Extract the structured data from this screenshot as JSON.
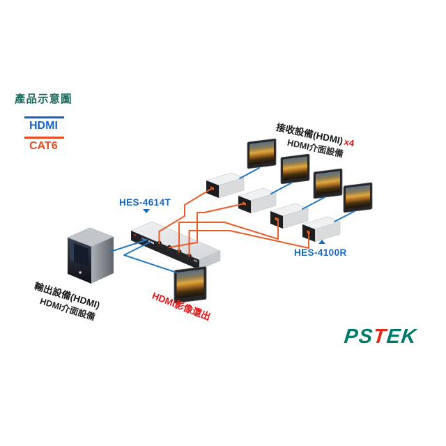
{
  "title": {
    "text": "產品示意圖",
    "color": "#186a5e"
  },
  "legend": {
    "items": [
      {
        "label": "HDMI",
        "color": "#1565c0"
      },
      {
        "label": "CAT6",
        "color": "#e8491d"
      }
    ]
  },
  "devices": {
    "transmitter": {
      "model": "HES-4614T"
    },
    "receiver": {
      "model": "HES-4100R"
    },
    "source": {
      "line1": "輸出設備(HDMI)",
      "line2": "HDMI介面設備"
    },
    "receivers_group": {
      "line1": "接收設備(HDMI)",
      "qty": "x4",
      "line2": "HDMI介面設備"
    },
    "loopout": {
      "label": "HDMI影像還出",
      "color": "#e01616"
    }
  },
  "logo": {
    "text": "PSTEK",
    "letters": [
      {
        "ch": "P",
        "color": "#007a68"
      },
      {
        "ch": "S",
        "color": "#007a68"
      },
      {
        "ch": "T",
        "color": "#df2a1b"
      },
      {
        "ch": "E",
        "color": "#007a68"
      },
      {
        "ch": "K",
        "color": "#007a68"
      }
    ]
  },
  "colors": {
    "hdmi_cable": "#2478bb",
    "cat6_cable": "#e85c28"
  }
}
